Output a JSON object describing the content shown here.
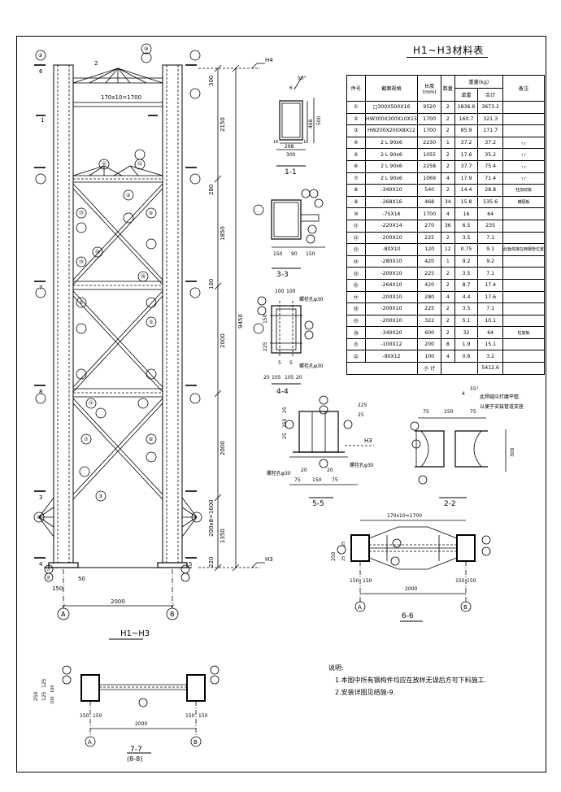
{
  "table": {
    "title": "H1~H3材料表",
    "headers": {
      "part_no": "件号",
      "section": "截面规格",
      "length": "长度(mm)",
      "qty": "数量",
      "weight": "重量(kg)",
      "unit_weight": "单重",
      "total_weight": "合计",
      "remark": "备注"
    },
    "rows": [
      {
        "no": "①",
        "section": "□300X500X16",
        "length": "9520",
        "qty": "2",
        "unit": "1836.6",
        "total": "3673.2",
        "remark": ""
      },
      {
        "no": "②",
        "section": "HW300X300X10X15",
        "length": "1700",
        "qty": "2",
        "unit": "160.7",
        "total": "321.3",
        "remark": ""
      },
      {
        "no": "③",
        "section": "HW200X200X8X12",
        "length": "1700",
        "qty": "2",
        "unit": "85.9",
        "total": "171.7",
        "remark": ""
      },
      {
        "no": "④",
        "section": "2 L 90x6",
        "length": "2230",
        "qty": "1",
        "unit": "37.2",
        "total": "37.2",
        "remark": "┐┌"
      },
      {
        "no": "⑤",
        "section": "2 L 90x6",
        "length": "1055",
        "qty": "2",
        "unit": "17.6",
        "total": "35.2",
        "remark": "┐┌"
      },
      {
        "no": "⑥",
        "section": "2 L 90x6",
        "length": "2258",
        "qty": "2",
        "unit": "37.7",
        "total": "75.4",
        "remark": "┐┌"
      },
      {
        "no": "⑦",
        "section": "2 L 90x6",
        "length": "1069",
        "qty": "4",
        "unit": "17.9",
        "total": "71.4",
        "remark": "┐┌"
      },
      {
        "no": "⑧",
        "section": "-340X10",
        "length": "540",
        "qty": "2",
        "unit": "14.4",
        "total": "28.8",
        "remark": "柱加劲板"
      },
      {
        "no": "⑨",
        "section": "-268X16",
        "length": "468",
        "qty": "34",
        "unit": "15.8",
        "total": "535.6",
        "remark": "横隔板"
      },
      {
        "no": "⑩",
        "section": "-75X16",
        "length": "1700",
        "qty": "4",
        "unit": "16",
        "total": "64",
        "remark": ""
      },
      {
        "no": "⑪",
        "section": "-220X14",
        "length": "270",
        "qty": "36",
        "unit": "6.5",
        "total": "235",
        "remark": ""
      },
      {
        "no": "⑫",
        "section": "-200X10",
        "length": "225",
        "qty": "2",
        "unit": "3.5",
        "total": "7.1",
        "remark": ""
      },
      {
        "no": "⑬",
        "section": "-80X10",
        "length": "120",
        "qty": "12",
        "unit": "0.75",
        "total": "9.1",
        "remark": "此板焊接在两钢管位置"
      },
      {
        "no": "⑭",
        "section": "-280X10",
        "length": "420",
        "qty": "1",
        "unit": "9.2",
        "total": "9.2",
        "remark": ""
      },
      {
        "no": "⑮",
        "section": "-200X10",
        "length": "225",
        "qty": "2",
        "unit": "3.5",
        "total": "7.1",
        "remark": ""
      },
      {
        "no": "⑯",
        "section": "-264X10",
        "length": "420",
        "qty": "2",
        "unit": "8.7",
        "total": "17.4",
        "remark": ""
      },
      {
        "no": "⑰",
        "section": "-200X10",
        "length": "280",
        "qty": "4",
        "unit": "4.4",
        "total": "17.6",
        "remark": ""
      },
      {
        "no": "⑱",
        "section": "-200X10",
        "length": "225",
        "qty": "2",
        "unit": "3.5",
        "total": "7.1",
        "remark": ""
      },
      {
        "no": "⑲",
        "section": "-200X10",
        "length": "322",
        "qty": "2",
        "unit": "5.1",
        "total": "10.1",
        "remark": ""
      },
      {
        "no": "⑳",
        "section": "-340X20",
        "length": "600",
        "qty": "2",
        "unit": "32",
        "total": "64",
        "remark": "柱底板"
      },
      {
        "no": "㉑",
        "section": "-100X12",
        "length": "200",
        "qty": "8",
        "unit": "1.9",
        "total": "15.1",
        "remark": ""
      },
      {
        "no": "㉒",
        "section": "-90X12",
        "length": "100",
        "qty": "4",
        "unit": "0.6",
        "total": "3.2",
        "remark": ""
      }
    ],
    "subtotal_label": "小 计",
    "subtotal_value": "5412.6"
  },
  "notes": {
    "title": "说明:",
    "items": [
      "1.本图中所有钢构件均应在放样无误后方可下料施工.",
      "2.安装详图见结施-9."
    ]
  },
  "main_elevation": {
    "title": "H1~H3",
    "axis_a": "A",
    "axis_b": "B",
    "width_dim": "2000",
    "top_span": "170x10=1700",
    "level_top": "H4",
    "level_bottom": "H3",
    "height_total": "9450",
    "dims_vertical": [
      "2150",
      "1850",
      "2000",
      "2000",
      "1350"
    ],
    "dim_220": "220",
    "dim_280": "280",
    "dim_100": "100",
    "dim_300": "300",
    "dim_200x8": "200x8=1600",
    "dim_150": "150",
    "dim_50": "50",
    "section_marks": [
      "1",
      "2",
      "6",
      "7",
      "8",
      "3",
      "4",
      "5"
    ],
    "part_labels": [
      "⑨",
      "⑩",
      "⑪",
      "⑫",
      "⑬",
      "⑭",
      "⑮",
      "⑯",
      "⑰",
      "①",
      "②",
      "③",
      "④",
      "⑤",
      "⑥",
      "⑦",
      "⑧",
      "⑳",
      "㉑"
    ]
  },
  "section_1_1": {
    "title": "1-1",
    "angle": "50°",
    "dims": [
      "468",
      "500",
      "16",
      "268",
      "16",
      "300"
    ],
    "label": "6"
  },
  "section_3_3": {
    "title": "3-3",
    "dims": [
      "150",
      "90",
      "150"
    ]
  },
  "section_4_4": {
    "title": "4-4",
    "bolt_label_top": "螺栓孔φ30",
    "bolt_label_bottom": "螺栓孔φ30",
    "dims": [
      "100",
      "100",
      "150",
      "225",
      "20",
      "105",
      "105",
      "20",
      "5",
      "5"
    ]
  },
  "section_5_5": {
    "title": "5-5",
    "bolt_left": "螺栓孔φ30",
    "bolt_right": "螺栓孔φ30",
    "level": "H3",
    "dims": [
      "75",
      "150",
      "75",
      "25",
      "250",
      "25",
      "20",
      "20",
      "225",
      "25"
    ]
  },
  "section_2_2": {
    "title": "2-2",
    "angle": "55°",
    "note1": "此焊缝应打磨平整,",
    "note2": "以便于安装管道支座",
    "dims": [
      "75",
      "150",
      "75",
      "300",
      "4"
    ]
  },
  "section_6_6": {
    "title": "6-6",
    "top_span": "170x10=1700",
    "width": "2000",
    "dims": [
      "150",
      "150",
      "150",
      "150",
      "250",
      "25",
      "25"
    ],
    "axis_a": "A",
    "axis_b": "B"
  },
  "section_7_7": {
    "title": "7-7",
    "subtitle": "(8-8)",
    "width": "2000",
    "dims": [
      "150",
      "150",
      "150",
      "150",
      "250",
      "125",
      "125",
      "100",
      "100"
    ],
    "axis_a": "A",
    "axis_b": "B"
  }
}
